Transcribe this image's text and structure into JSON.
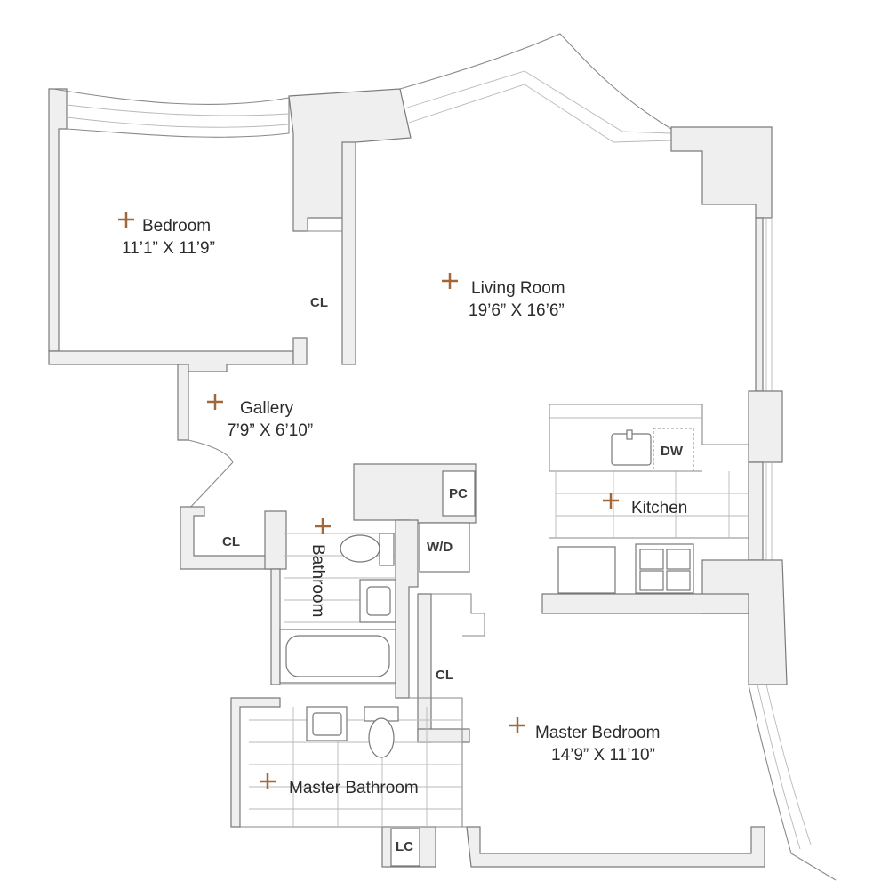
{
  "rooms": {
    "bedroom": {
      "name": "Bedroom",
      "dim": "11’1” X 11’9”"
    },
    "living": {
      "name": "Living Room",
      "dim": "19’6” X 16’6”"
    },
    "gallery": {
      "name": "Gallery",
      "dim": "7’9” X 6’10”"
    },
    "kitchen": {
      "name": "Kitchen"
    },
    "bathroom": {
      "name": "Bathroom"
    },
    "master_bedroom": {
      "name": "Master Bedroom",
      "dim": "14’9” X 11’10”"
    },
    "master_bathroom": {
      "name": "Master Bathroom"
    }
  },
  "labels": {
    "cl_bedroom": "CL",
    "cl_gallery": "CL",
    "cl_master": "CL",
    "pc": "PC",
    "wd": "W/D",
    "dw": "DW",
    "lc": "LC"
  },
  "colors": {
    "marker": "#a0673a",
    "wall": "#efefef",
    "line": "#8a8a8a"
  }
}
